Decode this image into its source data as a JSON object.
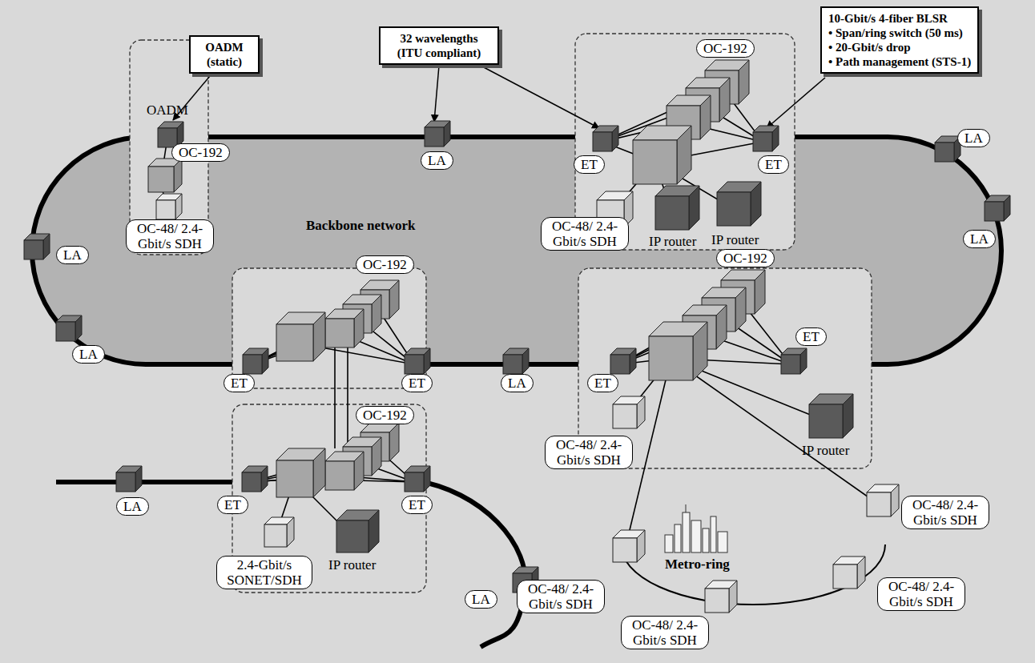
{
  "diagram": {
    "nodes": [
      {
        "text": [
          "OADM (static)"
        ]
      },
      {
        "text": [
          "32 wavelengths (ITU compliant)"
        ]
      },
      {
        "text": [
          "10-Gbit/s 4-fiber BLSR",
          "• Span/ring switch (50 ms)",
          "• 20-Gbit/s drop",
          "• Path management (STS-1)"
        ]
      },
      {
        "text": [
          "OC-192"
        ]
      },
      {
        "text": [
          "OC-192"
        ]
      },
      {
        "text": [
          "LA"
        ]
      },
      {
        "text": [
          "ET"
        ]
      },
      {
        "text": [
          "ET"
        ]
      },
      {
        "text": [
          "LA"
        ]
      },
      {
        "text": [
          "OC-48/ 2.4-Gbit/s SDH"
        ]
      },
      {
        "text": [
          "OC-48/ 2.4-Gbit/s SDH"
        ]
      },
      {
        "text": [
          "LA"
        ]
      },
      {
        "text": [
          "LA"
        ]
      },
      {
        "text": [
          "OC-192"
        ]
      },
      {
        "text": [
          "OC-192"
        ]
      },
      {
        "text": [
          "ET"
        ]
      },
      {
        "text": [
          "LA"
        ]
      },
      {
        "text": [
          "ET"
        ]
      },
      {
        "text": [
          "ET"
        ]
      },
      {
        "text": [
          "LA"
        ]
      },
      {
        "text": [
          "ET"
        ]
      },
      {
        "text": [
          "OC-192"
        ]
      },
      {
        "text": [
          "OC-48/ 2.4-Gbit/s SDH"
        ]
      },
      {
        "text": [
          "ET"
        ]
      },
      {
        "text": [
          "ET"
        ]
      },
      {
        "text": [
          "LA"
        ]
      },
      {
        "text": [
          "OC-48/ 2.4-Gbit/s SDH"
        ]
      },
      {
        "text": [
          "LA"
        ]
      },
      {
        "text": [
          "2.4-Gbit/s SONET/SDH"
        ]
      },
      {
        "text": [
          "OC-48/ 2.4-Gbit/s SDH"
        ]
      },
      {
        "text": [
          "OC-48/ 2.4-Gbit/s SDH"
        ]
      },
      {
        "text": [
          "OC-48/ 2.4-Gbit/s SDH"
        ]
      }
    ],
    "labels": [
      "OADM",
      "Backbone network",
      "IP router",
      "IP router",
      "IP router",
      "IP router",
      "Metro-ring"
    ]
  }
}
